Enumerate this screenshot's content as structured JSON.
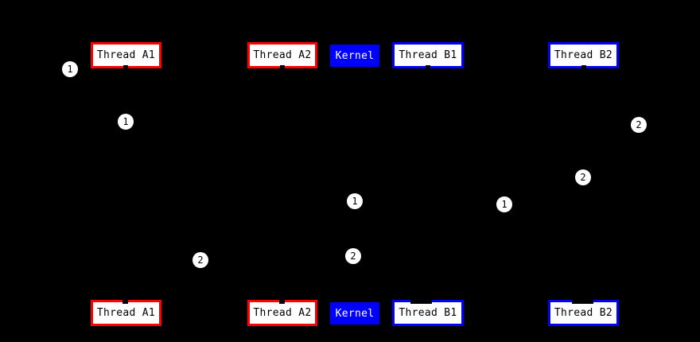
{
  "diagram": {
    "type": "sequence-diagram",
    "background": "#000000",
    "colors": {
      "thread_a_border": "#ff0000",
      "thread_b_border": "#0000ff",
      "kernel_background": "#0000ff",
      "kernel_text": "#ffffff",
      "actor_box_fill": "#ffffff",
      "actor_box_text": "#000000",
      "marker_fill": "#ffffff",
      "marker_text": "#000000"
    }
  },
  "actors": [
    {
      "id": "thread-a1",
      "label": "Thread A1"
    },
    {
      "id": "thread-a2",
      "label": "Thread A2"
    },
    {
      "id": "kernel",
      "label": "Kernel"
    },
    {
      "id": "thread-b1",
      "label": "Thread B1"
    },
    {
      "id": "thread-b2",
      "label": "Thread B2"
    }
  ],
  "markers": [
    {
      "label": "1"
    },
    {
      "label": "1"
    },
    {
      "label": "2"
    },
    {
      "label": "2"
    },
    {
      "label": "1"
    },
    {
      "label": "1"
    },
    {
      "label": "2"
    },
    {
      "label": "2"
    }
  ]
}
